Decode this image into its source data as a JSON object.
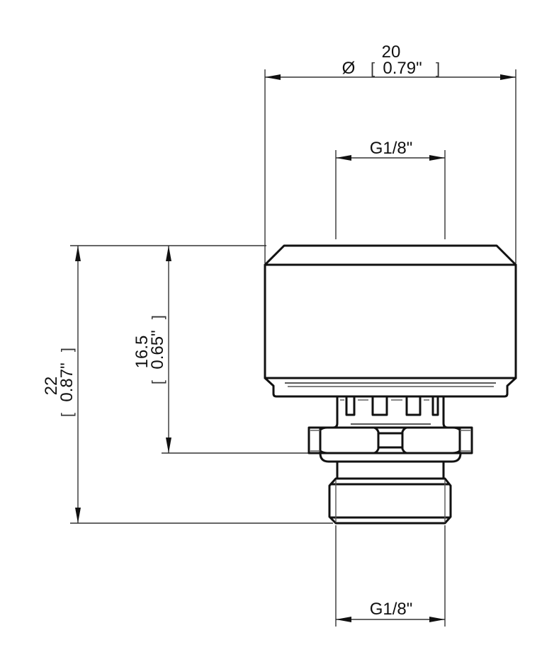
{
  "drawing": {
    "type": "technical-dimension-drawing",
    "subject": "threaded fitting / cap (side elevation)",
    "line_color": "#111111",
    "background": "#ffffff"
  },
  "dimensions": {
    "diameter": {
      "symbol": "Ø",
      "metric": "20",
      "imperial": "0.79\"",
      "bracket_open": "[",
      "bracket_close": "]"
    },
    "top_thread": {
      "label": "G1/8\""
    },
    "bottom_thread": {
      "label": "G1/8\""
    },
    "overall_height": {
      "metric": "22",
      "imperial": "0.87\"",
      "bracket_open": "[",
      "bracket_close": "]"
    },
    "body_height": {
      "metric": "16.5",
      "imperial": "0.65\"",
      "bracket_open": "[",
      "bracket_close": "]"
    }
  }
}
